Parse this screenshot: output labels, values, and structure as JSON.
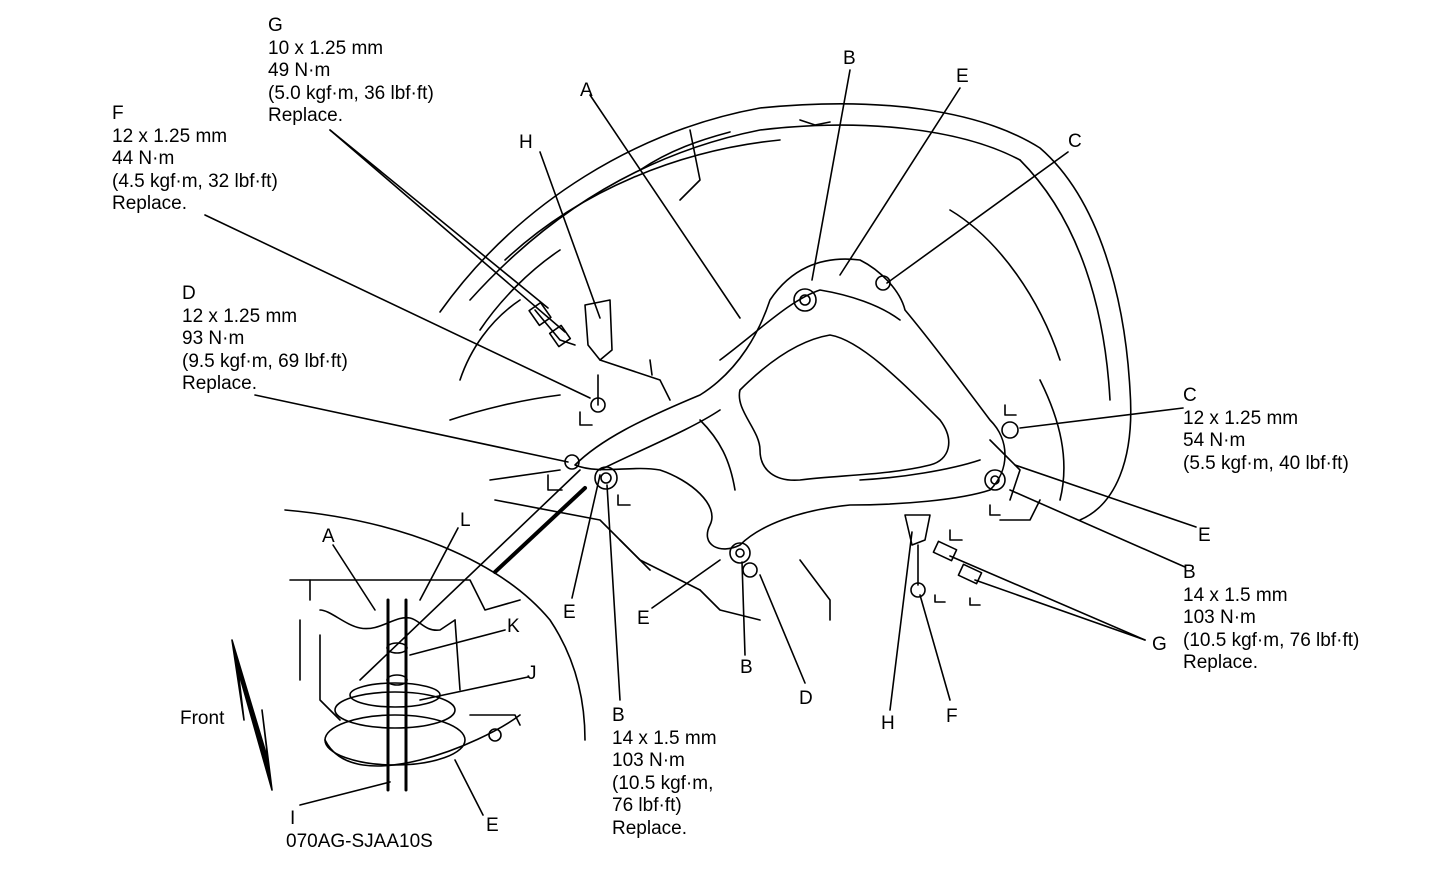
{
  "callouts": {
    "g_top": {
      "letter": "G",
      "lines": [
        "10 x 1.25 mm",
        "49 N·m",
        "(5.0 kgf·m, 36 lbf·ft)",
        "Replace."
      ]
    },
    "f_top": {
      "letter": "F",
      "lines": [
        "12 x 1.25 mm",
        "44 N·m",
        "(4.5 kgf·m, 32 lbf·ft)",
        "Replace."
      ]
    },
    "d_left": {
      "letter": "D",
      "lines": [
        "12 x 1.25 mm",
        "93 N·m",
        "(9.5 kgf·m, 69 lbf·ft)",
        "Replace."
      ]
    },
    "c_right": {
      "letter": "C",
      "lines": [
        "12 x 1.25 mm",
        "54 N·m",
        "(5.5 kgf·m, 40 lbf·ft)"
      ]
    },
    "b_right": {
      "letter": "B",
      "lines": [
        "14 x 1.5 mm",
        "103 N·m",
        "(10.5 kgf·m, 76 lbf·ft)",
        "Replace."
      ]
    },
    "b_bottom": {
      "letter": "B",
      "lines": [
        "14 x 1.5 mm",
        "103 N·m",
        "(10.5 kgf·m,",
        "76 lbf·ft)",
        "Replace."
      ]
    }
  },
  "labels": {
    "a_top": "A",
    "h_top": "H",
    "b_top": "B",
    "e_top": "E",
    "c_top": "C",
    "e_right": "E",
    "g_right": "G",
    "e_mid_left": "E",
    "e_mid": "E",
    "b_mid": "B",
    "d_mid": "D",
    "h_bottom": "H",
    "f_bottom": "F",
    "inset_a": "A",
    "inset_l": "L",
    "inset_k": "K",
    "inset_j": "J",
    "inset_i": "I",
    "inset_e": "E"
  },
  "front_label": "Front",
  "figure_code": "070AG-SJAA10S"
}
